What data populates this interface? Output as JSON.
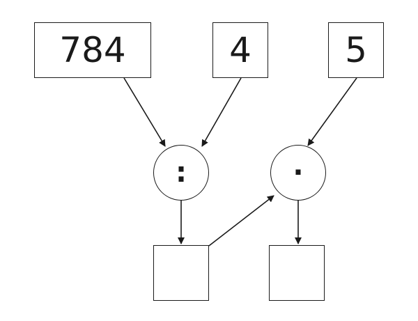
{
  "inputs": {
    "a": "784",
    "b": "4",
    "c": "5"
  },
  "operators": {
    "divide": ":",
    "multiply": "·"
  },
  "results": {
    "quotient": "",
    "product": ""
  },
  "colors": {
    "stroke": "#1a1a1a",
    "background": "#ffffff"
  }
}
